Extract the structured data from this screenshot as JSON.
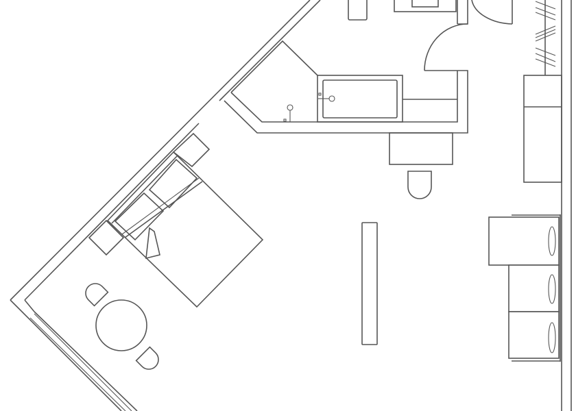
{
  "plan": {
    "colors": {
      "line": "#555555",
      "background": "#ffffff"
    },
    "rooms": [
      "bathroom",
      "bedroom",
      "living-area",
      "dining-area"
    ],
    "furniture": [
      "double-bed",
      "pillows",
      "nightstands",
      "bathtub",
      "sink-counter",
      "toilet",
      "desk",
      "desk-chair",
      "wardrobe",
      "cabinet",
      "sofa",
      "dining-table",
      "dining-chairs",
      "tv-stand"
    ]
  }
}
